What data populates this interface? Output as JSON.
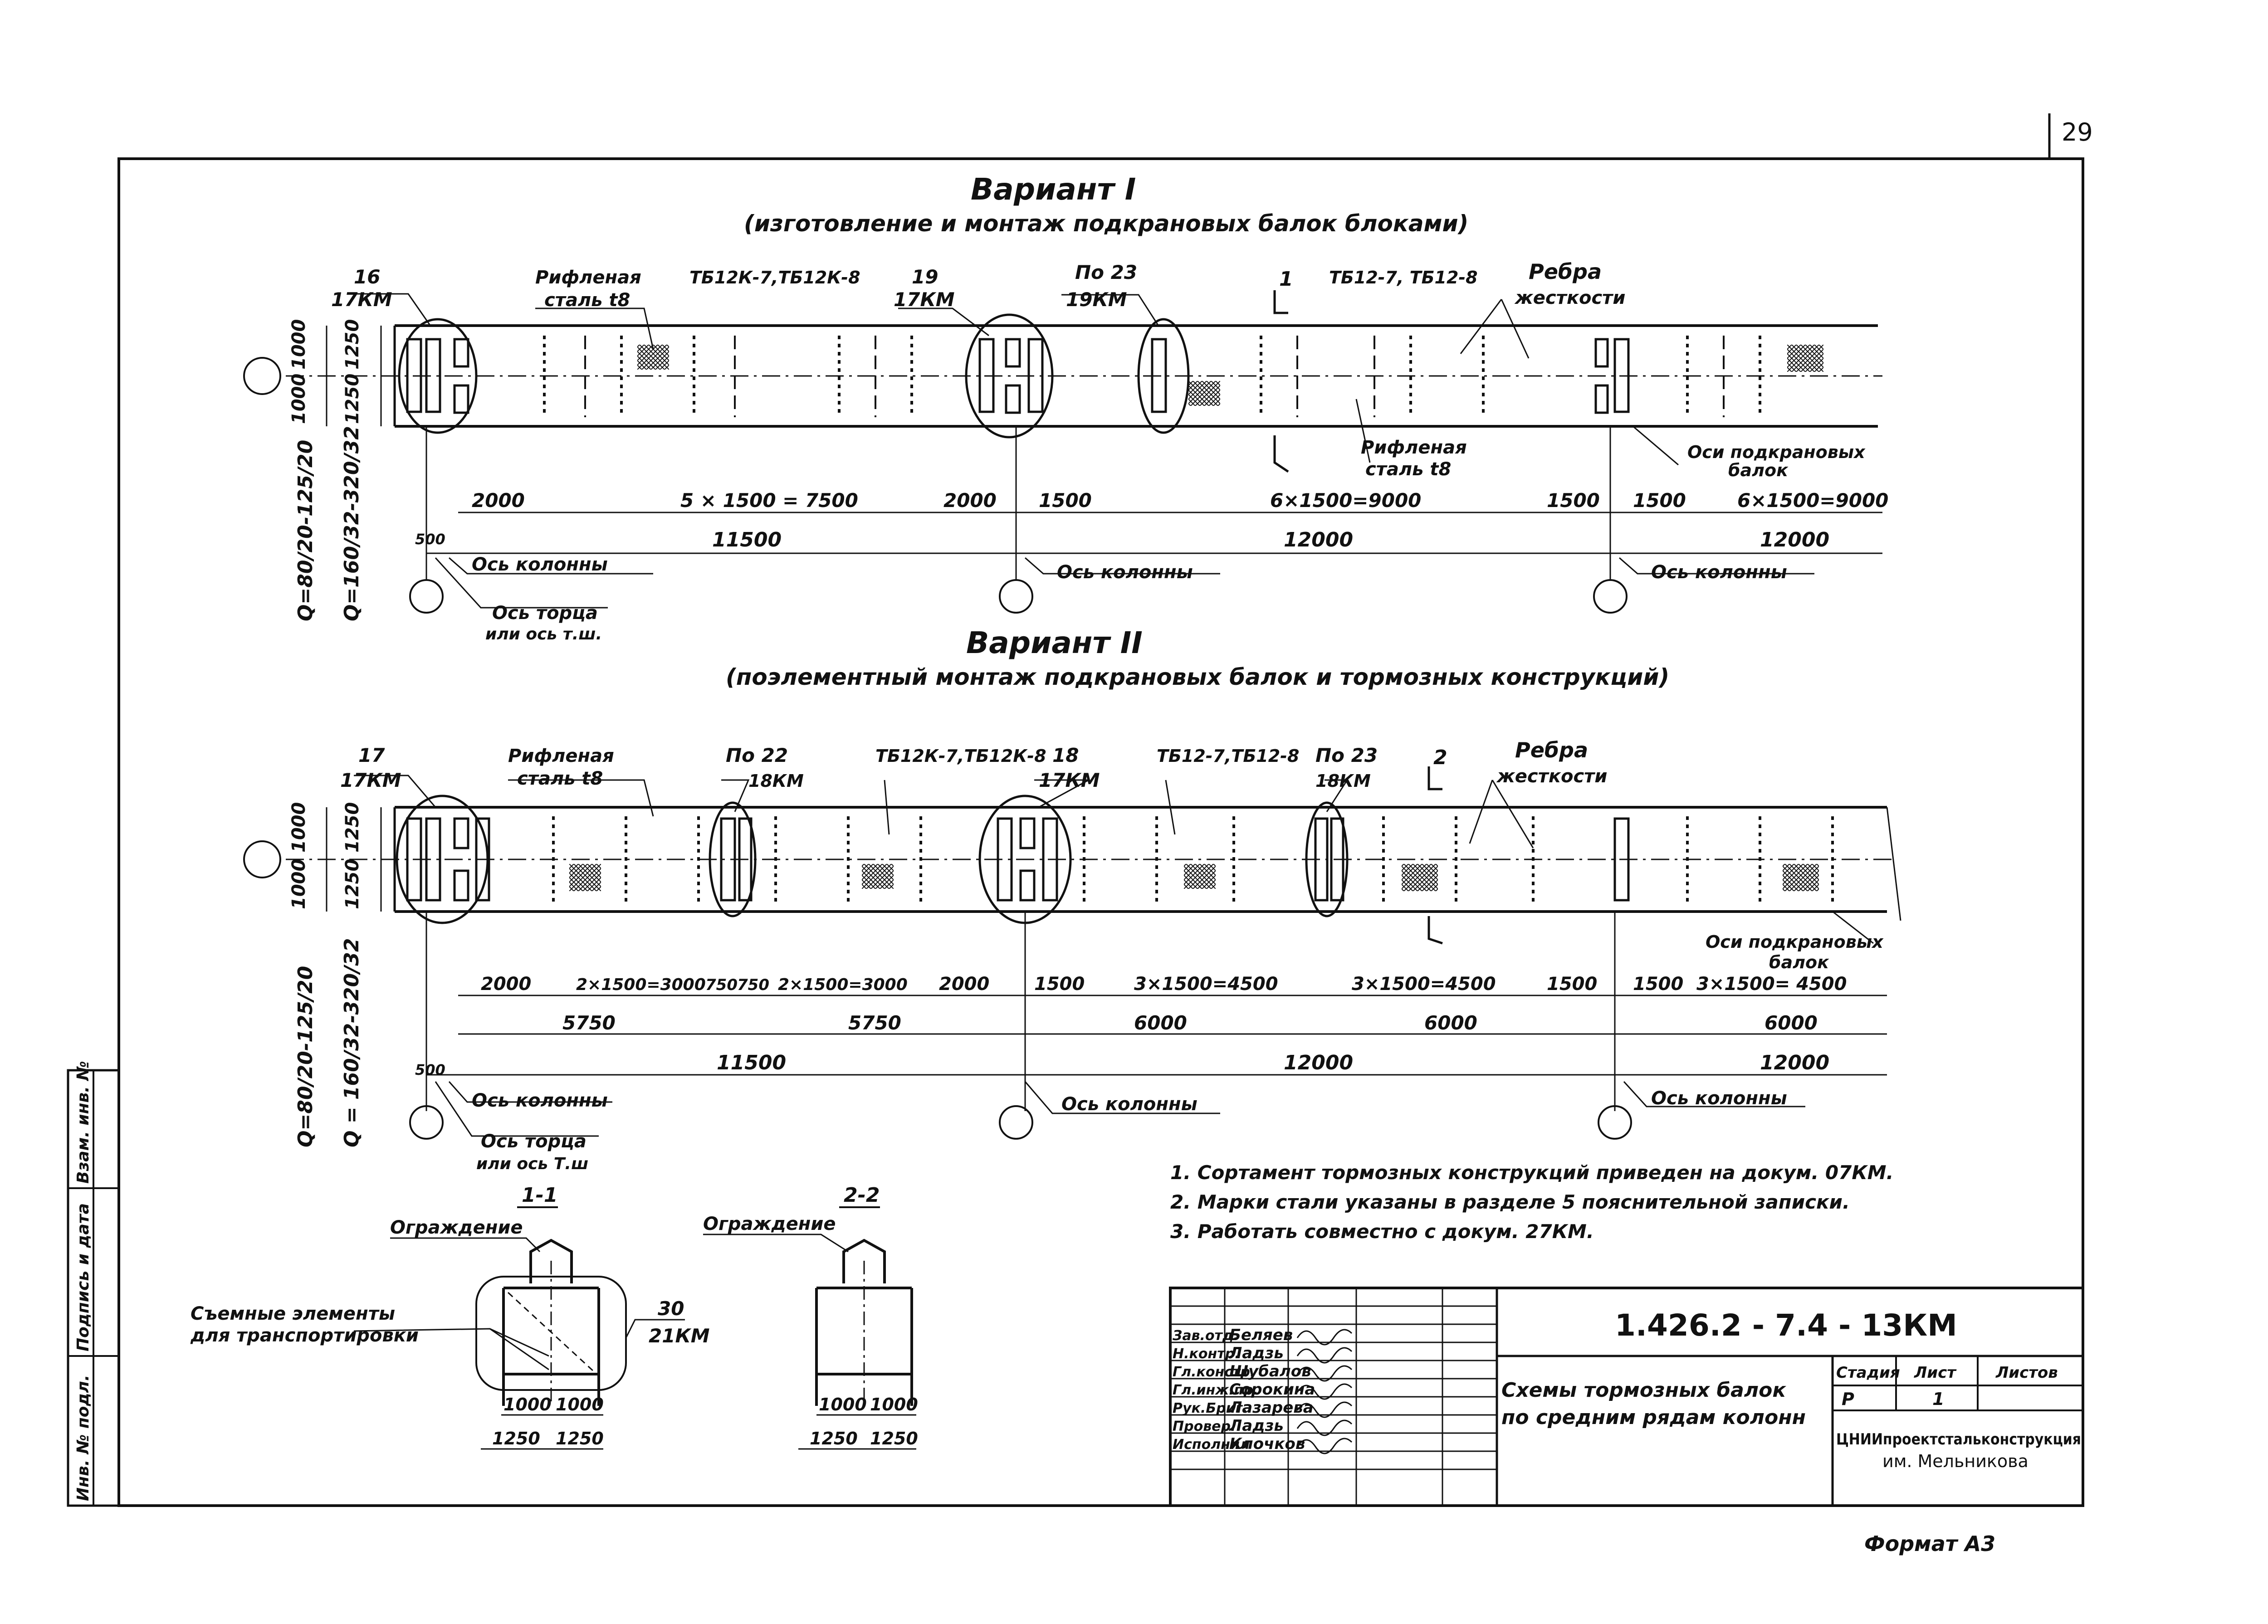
{
  "sheet_number": "29",
  "variant1": {
    "title": "Вариант I",
    "subtitle": "(изготовление и монтаж подкрановых балок блоками)",
    "callouts": {
      "c16": "16",
      "c17km": "17КМ",
      "corrugated": "Рифленая",
      "steel": "сталь t8",
      "tb_marks_a": "ТБ12К-7,ТБ12К-8",
      "c19": "19",
      "c17km_b": "17КМ",
      "po23": "По 23",
      "c19km": "19КМ",
      "tb_marks_b": "ТБ12-7, ТБ12-8",
      "section1": "1",
      "ribs": "Ребра",
      "stiff": "жесткости",
      "corrugated2": "Рифленая",
      "steel2": "сталь t8",
      "axes_a": "Оси подкрановых",
      "axes_b": "балок"
    },
    "heights": [
      "1000",
      "1000",
      "1250",
      "1250"
    ],
    "dims_row1": [
      "2000",
      "5 × 1500 = 7500",
      "2000",
      "1500",
      "6×1500=9000",
      "1500",
      "1500",
      "6×1500=9000"
    ],
    "dims_row2": [
      "11500",
      "12000",
      "12000"
    ],
    "dim_500": "500",
    "col_axis": "Ось колонны",
    "end_axis": "Ось торца",
    "end_axis2": "или ось т.ш."
  },
  "variant2": {
    "title": "Вариант II",
    "subtitle": "(поэлементный монтаж подкрановых балок и тормозных конструкций)",
    "callouts": {
      "c17": "17",
      "c17km": "17КМ",
      "corrugated": "Рифленая",
      "steel": "сталь t8",
      "po22": "По 22",
      "c18km": "18КМ",
      "tb_marks_a": "ТБ12К-7,ТБ12К-8",
      "c18": "18",
      "c17km_b": "17КМ",
      "tb_marks_b": "ТБ12-7,ТБ12-8",
      "po23": "По 23",
      "c18km_b": "18КМ",
      "section2": "2",
      "ribs": "Ребра",
      "stiff": "жесткости",
      "axes_a": "Оси подкрановых",
      "axes_b": "балок"
    },
    "heights": [
      "1000",
      "1000",
      "1250",
      "1250"
    ],
    "dims_row1": [
      "2000",
      "2×1500=3000",
      "750",
      "750",
      "2×1500=3000",
      "2000",
      "1500",
      "3×1500=4500",
      "3×1500=4500",
      "1500",
      "1500",
      "3×1500= 4500"
    ],
    "dims_row2": [
      "5750",
      "5750",
      "6000",
      "6000",
      "6000"
    ],
    "dims_row3": [
      "11500",
      "12000",
      "12000"
    ],
    "dim_500": "500",
    "col_axis": "Ось колонны",
    "end_axis": "Ось торца",
    "end_axis2": "или ось Т.ш"
  },
  "side_labels": {
    "q1": "Q=80/20-125/20",
    "q2": "Q=160/32-320/32",
    "q1b": "Q=80/20-125/20",
    "q2b": "Q = 160/32-320/32"
  },
  "sections": {
    "s11": "1-1",
    "s22": "2-2",
    "fence": "Ограждение",
    "removable_a": "Съемные элементы",
    "removable_b": "для транспортировки",
    "c30": "30",
    "c21km": "21КМ",
    "dims": [
      "1000",
      "1000",
      "1250",
      "1250"
    ]
  },
  "notes": [
    "1. Сортамент тормозных конструкций приведен на докум. 07КМ.",
    "2. Марки стали указаны в разделе 5 пояснительной записки.",
    "3. Работать совместно с докум. 27КМ."
  ],
  "stamp_left": [
    "Инв. № подл.",
    "Подпись и дата",
    "Взам. инв. №"
  ],
  "title_block": {
    "code": "1.426.2 - 7.4 - 13КМ",
    "title_a": "Схемы тормозных балок",
    "title_b": "по средним рядам колонн",
    "stage_h": "Стадия",
    "sheet_h": "Лист",
    "sheets_h": "Листов",
    "stage": "Р",
    "sheet": "1",
    "sheets": "",
    "org_a": "ЦНИИпроектстальконструкция",
    "org_b": "им. Мельникова",
    "roles": [
      "Зав.отд.",
      "Н.контр.",
      "Гл.констр.",
      "Гл.инж.пр.",
      "Рук.Бриг.",
      "Провер.",
      "Исполнил"
    ],
    "names": [
      "Беляев",
      "Ладзь",
      "Шубалов",
      "Сорокина",
      "Лазарева",
      "Ладзь",
      "Клочков"
    ]
  },
  "format": "Формат А3"
}
